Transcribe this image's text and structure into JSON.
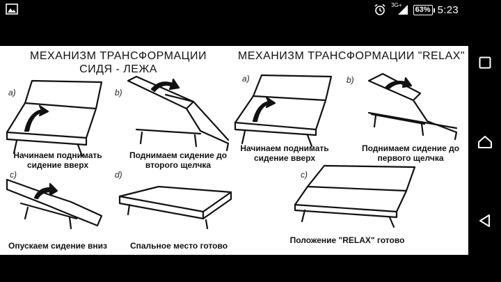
{
  "status_bar": {
    "icons": [
      "image-icon",
      "alarm-icon",
      "signal-icon",
      "battery-icon"
    ],
    "network": "3G+",
    "battery": "63%",
    "time": "5:23"
  },
  "navigation": {
    "icons": [
      "square-recent-icon",
      "home-icon",
      "back-icon"
    ]
  },
  "diagram": {
    "left_title_line1": "МЕХАНИЗМ ТРАНСФОРМАЦИИ",
    "left_title_line2": "СИДЯ - ЛЕЖА",
    "right_title": "МЕХАНИЗМ ТРАНСФОРМАЦИИ \"RELAX\"",
    "left": {
      "a_letter": "a)",
      "a_caption_1": "Начинаем поднимать",
      "a_caption_2": "сидение вверх",
      "b_letter": "b)",
      "b_caption_1": "Поднимаем сидение до",
      "b_caption_2": "второго щелчка",
      "c_letter": "c)",
      "c_caption": "Опускаем сидение вниз",
      "d_letter": "d)",
      "d_caption": "Спальное место готово"
    },
    "right": {
      "a_letter": "a)",
      "a_caption_1": "Начинаем поднимать",
      "a_caption_2": "сидение вверх",
      "b_letter": "b)",
      "b_caption_1": "Поднимаем сидение до",
      "b_caption_2": "первого щелчка",
      "c_letter": "c)",
      "c_caption": "Положение \"RELAX\" готово"
    }
  },
  "colors": {
    "status_bar": "#000000",
    "content_bg": "#ffffff",
    "ink": "#111111"
  }
}
